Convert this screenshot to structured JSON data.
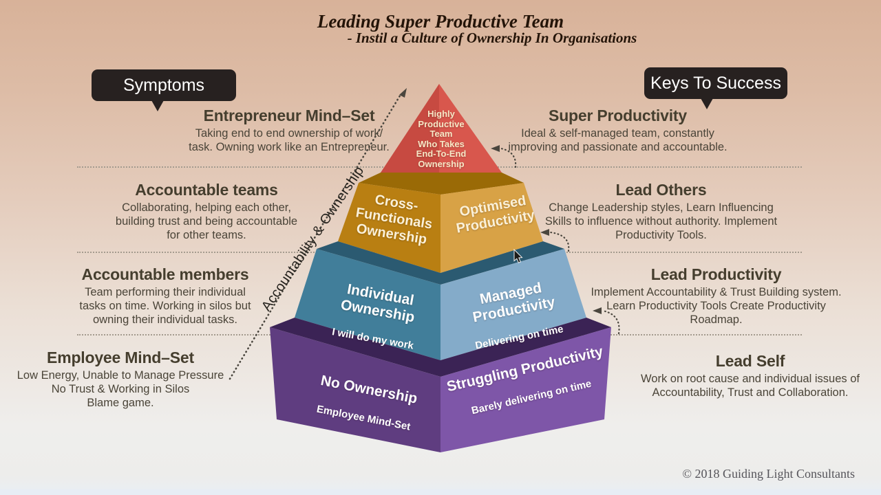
{
  "title": {
    "line1": "Leading Super Productive Team",
    "line2": "- Instil a Culture of Ownership In Organisations"
  },
  "callouts": {
    "symptoms": "Symptoms",
    "keys": "Keys To Success"
  },
  "axis_label": "Accountability & Ownership",
  "symptoms": {
    "items": [
      {
        "heading": "Entrepreneur Mind–Set",
        "body": "Taking end to end ownership of work/\ntask. Owning work like an Entrepreneur."
      },
      {
        "heading": "Accountable teams",
        "body": "Collaborating, helping each other,\nbuilding trust and being accountable\nfor other teams."
      },
      {
        "heading": "Accountable members",
        "body": "Team performing their individual\ntasks on time. Working in silos but\nowning their individual tasks."
      },
      {
        "heading": "Employee Mind–Set",
        "body": "Low Energy, Unable to Manage Pressure\nNo Trust & Working in Silos\nBlame game."
      }
    ]
  },
  "keys": {
    "items": [
      {
        "heading": "Super Productivity",
        "body": "Ideal & self-managed team, constantly\nimproving and passionate and accountable."
      },
      {
        "heading": "Lead Others",
        "body": "Change Leadership styles, Learn Influencing\nSkills to influence without authority. Implement\nProductivity Tools."
      },
      {
        "heading": "Lead Productivity",
        "body": "Implement Accountability & Trust Building system.\nLearn Productivity Tools Create Productivity\nRoadmap."
      },
      {
        "heading": "Lead Self",
        "body": "Work on root cause and individual issues of\nAccountability, Trust and Collaboration."
      }
    ]
  },
  "pyramid": {
    "layers": [
      {
        "name": "highly-productive-team",
        "label": "Highly\nProductive\nTeam\nWho Takes\nEnd-To-End\nOwnership"
      },
      {
        "name": "cross-functionals-ownership",
        "left": "Cross-\nFunctionals\nOwnership",
        "right": "Optimised\nProductivity"
      },
      {
        "name": "individual-ownership",
        "left": "Individual\nOwnership",
        "left_sub": "I will do my work",
        "right": "Managed\nProductivity",
        "right_sub": "Delivering on time"
      },
      {
        "name": "no-ownership",
        "left": "No Ownership",
        "left_sub": "Employee Mind-Set",
        "right": "Struggling Productivity",
        "right_sub": "Barely delivering on time"
      }
    ]
  },
  "footer": {
    "copyright": "© 2018 Guiding Light Consultants"
  },
  "colors": {
    "red_left": "#c74a41",
    "red_right": "#d8574d",
    "red_text": "#f6e7c6",
    "gold_band": "#9a6a06",
    "gold_left": "#b97f12",
    "gold_right": "#d8a246",
    "gold_text": "#faf0d8",
    "blue_band": "#2b5a71",
    "blue_left": "#417e9a",
    "blue_right": "#84abc9",
    "blue_text": "#ffffff",
    "purple_band": "#3b2355",
    "purple_left": "#5f3d80",
    "purple_right": "#7e56a8",
    "purple_text": "#ffffff",
    "arrow": "#4a463e",
    "cursor": "#1c1c1a"
  }
}
